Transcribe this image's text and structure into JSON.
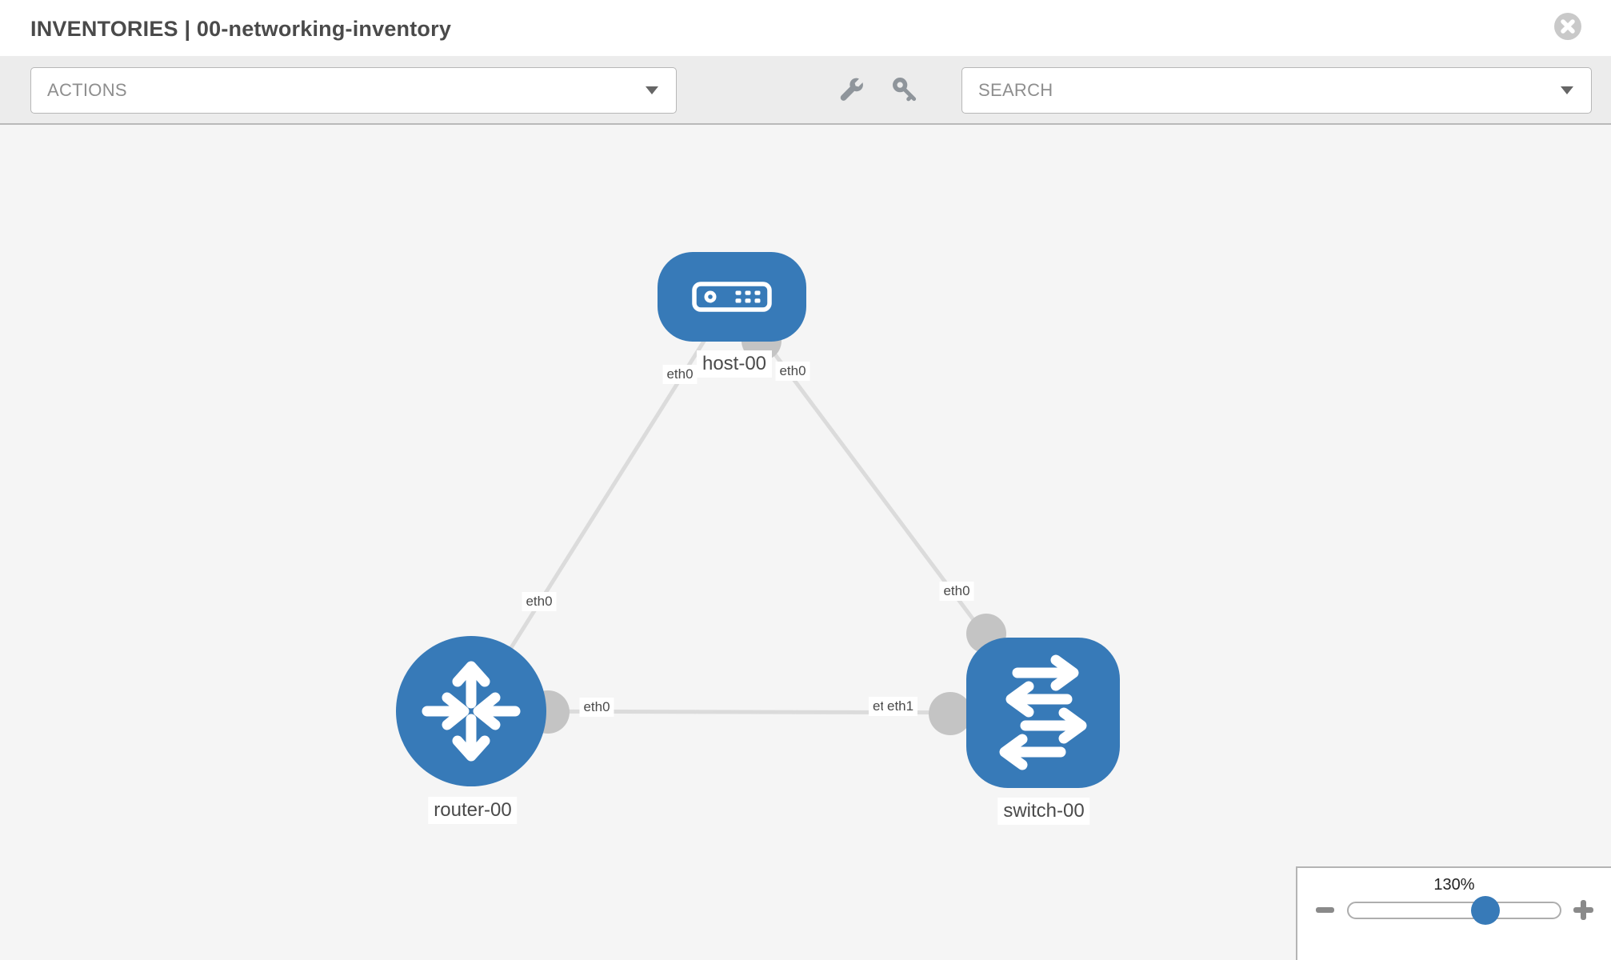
{
  "header": {
    "title": "INVENTORIES | 00-networking-inventory"
  },
  "toolbar": {
    "actions_label": "ACTIONS",
    "search_label": "SEARCH"
  },
  "icons": {
    "close": "circle-x-icon",
    "actions_caret": "chevron-down-icon",
    "search_caret": "chevron-down-icon",
    "wrench": "wrench-icon",
    "key": "key-icon",
    "zoom_out": "minus-icon",
    "zoom_in": "plus-icon"
  },
  "topology": {
    "nodes": [
      {
        "label": "host-00",
        "type": "host"
      },
      {
        "label": "router-00",
        "type": "router"
      },
      {
        "label": "switch-00",
        "type": "switch"
      }
    ],
    "links": [
      {
        "from": "host-00",
        "to": "router-00",
        "from_iface": "eth0",
        "to_iface": "eth0"
      },
      {
        "from": "host-00",
        "to": "switch-00",
        "from_iface": "eth0",
        "to_iface": "eth0"
      },
      {
        "from": "router-00",
        "to": "switch-00",
        "from_iface": "eth0",
        "to_iface": "eth1"
      }
    ],
    "iface_labels": {
      "host_to_router_at_host": "eth0",
      "host_to_switch_at_host": "eth0",
      "host_to_router_at_router": "eth0",
      "host_to_switch_at_switch": "eth0",
      "router_to_switch_at_router": "eth0",
      "router_to_switch_at_switch_back": "eth0",
      "router_to_switch_at_switch_front": "eth1"
    }
  },
  "zoom_control": {
    "value": "130%"
  },
  "colors": {
    "node_blue": "#377ab8",
    "connector_gray": "#c4c4c4",
    "link_gray": "#dbdbdb",
    "canvas_bg": "#f5f5f5"
  }
}
